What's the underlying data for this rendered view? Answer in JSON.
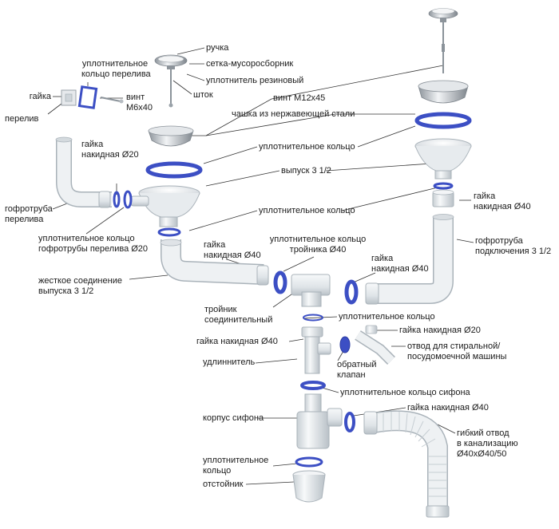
{
  "colors": {
    "pipe": "#e9edf0",
    "pipe_stroke": "#aab3ba",
    "seal": "#3c4fc4",
    "metal": "#c9cdd2",
    "leader": "#333333"
  },
  "labels": {
    "handle": "ручка",
    "strainer_mesh": "сетка-мусоросборник",
    "rubber_seal": "уплотнитель резиновый",
    "rod": "шток",
    "screw_m12": "винт М12х45",
    "nut": "гайка",
    "overflow_ring": "уплотнительное\nкольцо перелива",
    "screw_m6": "винт\nМ6х40",
    "overflow": "перелив",
    "steel_cup": "чашка из нержавеющей стали",
    "sealing_ring_1": "уплотнительное кольцо",
    "outlet": "выпуск 3 1/2",
    "sealing_ring_2": "уплотнительное кольцо",
    "nut_d20_left": "гайка\nнакидная Ø20",
    "overflow_corrugated": "гофротруба\nперелива",
    "corrugated_ring": "уплотнительное кольцо\nгофротрубы перелива Ø20",
    "nut_d40_right": "гайка\nнакидная Ø40",
    "connection_corrugated": "гофротруба\nподключения 3 1/2",
    "nut_d40_left": "гайка\nнакидная Ø40",
    "tee_ring": "уплотнительное кольцо\nтройника Ø40",
    "nut_d40_mid": "гайка\nнакидная Ø40",
    "rigid_connection": "жесткое соединение\nвыпуска 3 1/2",
    "tee_connector": "тройник\nсоединительный",
    "sealing_ring_3": "уплотнительное кольцо",
    "nut_d20_washer": "гайка накидная Ø20",
    "nut_d40_extension": "гайка накидная Ø40",
    "washer_branch": "отвод для стиральной/\nпосудомоечной машины",
    "extension": "удлиннитель",
    "check_valve": "обратный\nклапан",
    "siphon_ring": "уплотнительное кольцо сифона",
    "nut_d40_siphon": "гайка накидная Ø40",
    "siphon_body": "корпус сифона",
    "flexible_outlet": "гибкий отвод\nв канализацию\nØ40хØ40/50",
    "sump_ring": "уплотнительное\nкольцо",
    "sump": "отстойник"
  }
}
